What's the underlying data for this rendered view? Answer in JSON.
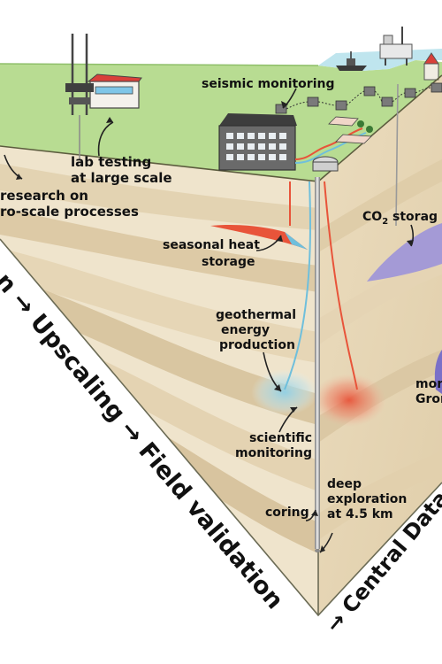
{
  "labels": {
    "seismic": "seismic monitoring",
    "lab_1": "lab testing",
    "lab_2": "at large scale",
    "research_1": "research on",
    "research_2": "ro-scale processes",
    "co2_main": "CO",
    "co2_sub": "2",
    "co2_rest": " storag",
    "heat_1": "seasonal heat",
    "heat_2": "storage",
    "geo_1": "geothermal",
    "geo_2": "energy",
    "geo_3": "production",
    "mon_1": "mon",
    "mon_2": "Gron",
    "sci_1": "scientific",
    "sci_2": "monitoring",
    "deep_1": "deep",
    "deep_2": "exploration",
    "deep_3": "at 4.5 km",
    "coring": "coring"
  },
  "edge_text": {
    "left": "n → Upscaling → Field validation",
    "right": "→ Central Data"
  },
  "colors": {
    "ground_top": "#b8dc92",
    "ground_top_edge": "#8fbf6a",
    "water": "#bfe5ee",
    "soil_light": "#efe4cc",
    "soil_mid": "#e2d2b1",
    "soil_dark": "#d6c4a0",
    "hot": "#e8543a",
    "cold": "#6fbfdc",
    "co2": "#a49ad6",
    "building": "#5a5a5a",
    "lab_accent": "#d9403a"
  }
}
